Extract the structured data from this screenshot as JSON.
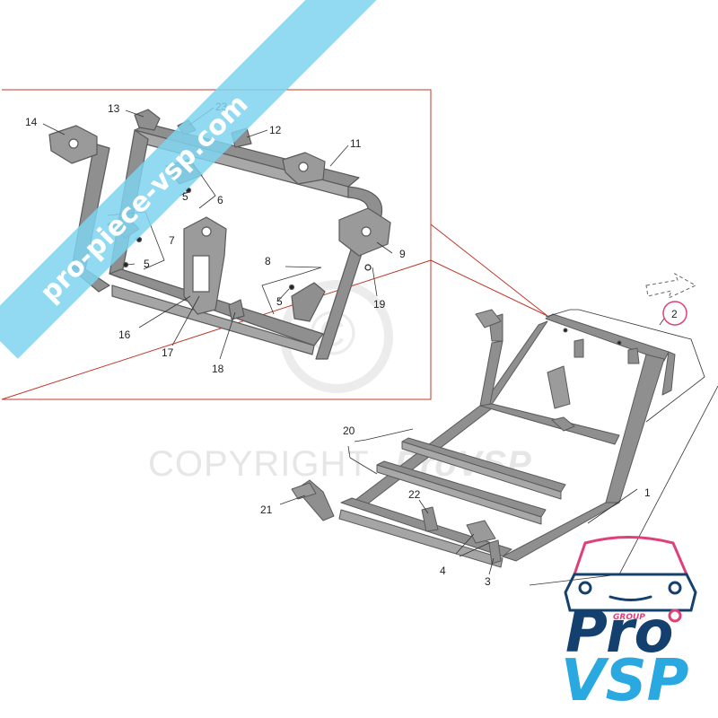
{
  "watermark": {
    "banner": "pro-piece-vsp.com",
    "copyright_prefix": "COPYRIGHT",
    "copyright_brand": "ProVSP",
    "symbol": "©"
  },
  "logo": {
    "group": "GROUP",
    "pro": "Pro",
    "vsp": "VSP",
    "colors": {
      "navy": "#14406f",
      "blue": "#29a9e0",
      "pink": "#e0407a"
    }
  },
  "colors": {
    "detail_frame": "#c0392b",
    "part_fill": "#8f8f8f",
    "part_edge": "#5a5a5a",
    "banner": "#7fd3ee"
  },
  "callouts": {
    "c1": "1",
    "c2": "2",
    "c3": "3",
    "c4": "4",
    "c5a": "5",
    "c5b": "5",
    "c5c": "5",
    "c6": "6",
    "c7": "7",
    "c8": "8",
    "c9": "9",
    "c11": "11",
    "c12": "12",
    "c13": "13",
    "c14": "14",
    "c16": "16",
    "c17": "17",
    "c18": "18",
    "c19": "19",
    "c20": "20",
    "c21": "21",
    "c22": "22",
    "c23": "23"
  }
}
